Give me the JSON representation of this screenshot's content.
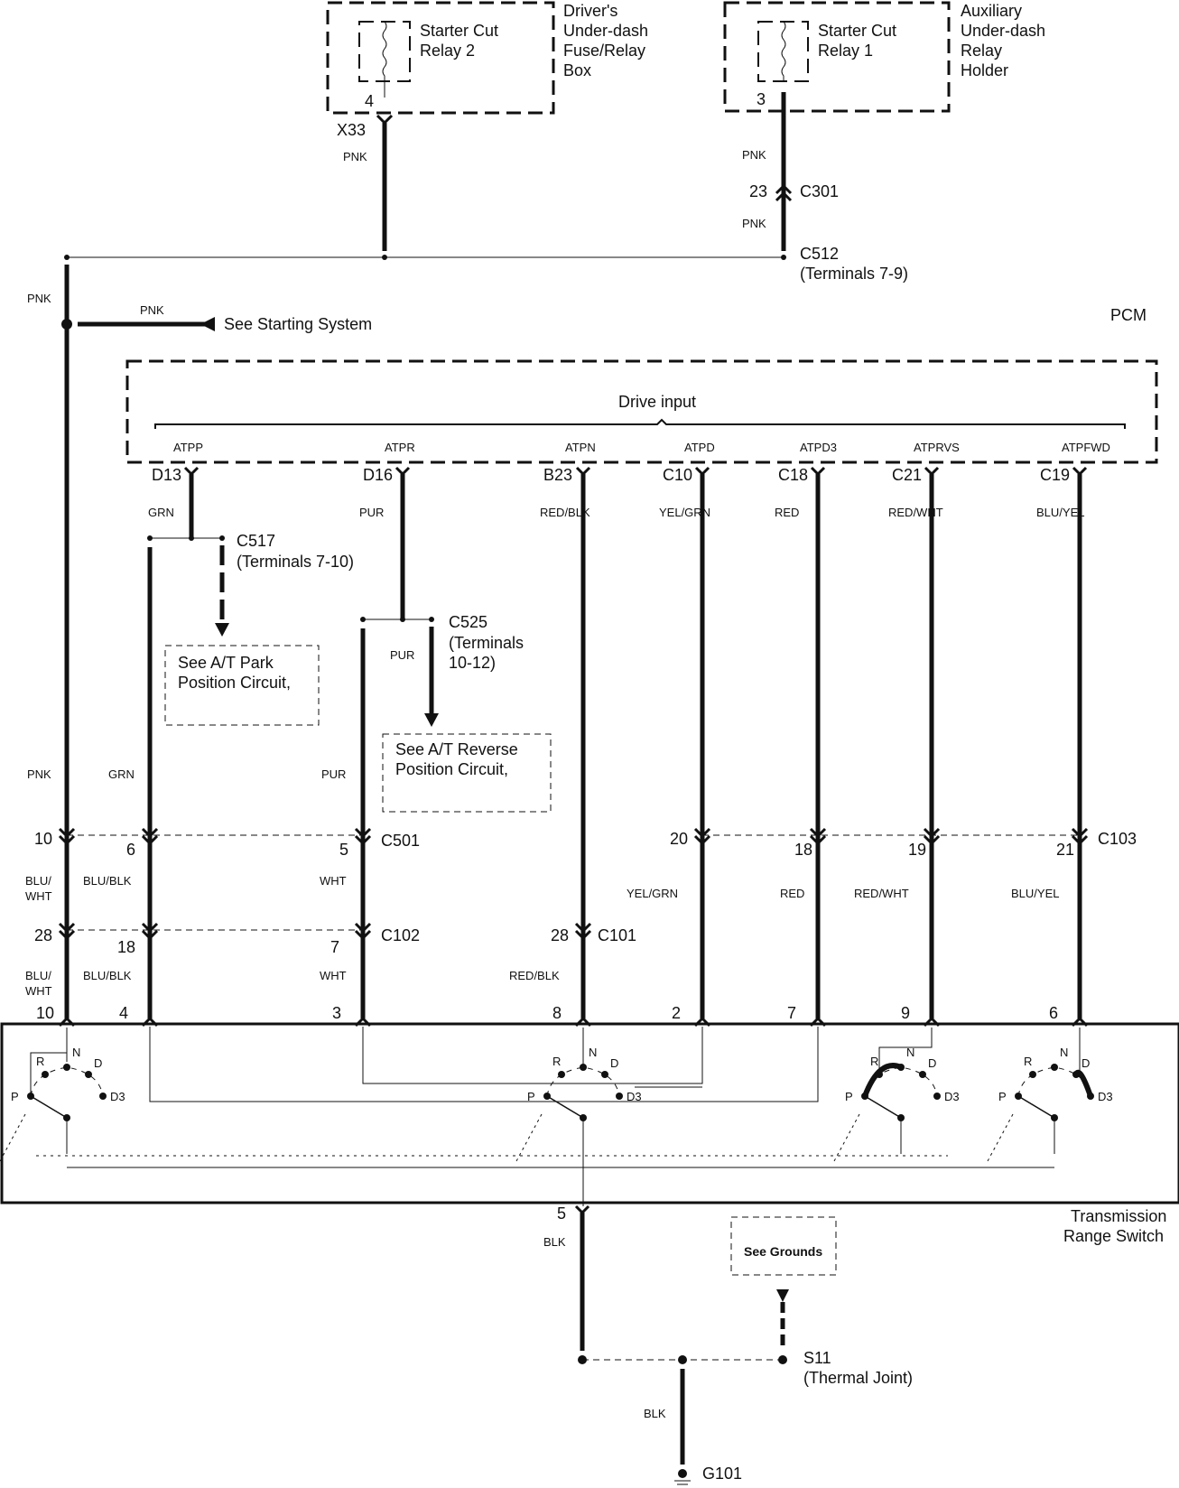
{
  "title": "A/T Gear Position Switch Circuit",
  "components": {
    "relay2": {
      "name_line1": "Starter Cut",
      "name_line2": "Relay 2",
      "pin": "4"
    },
    "fuse_box": {
      "line1": "Driver's",
      "line2": "Under-dash",
      "line3": "Fuse/Relay",
      "line4": "Box"
    },
    "relay1": {
      "name_line1": "Starter Cut",
      "name_line2": "Relay 1",
      "pin": "3"
    },
    "aux_holder": {
      "line1": "Auxiliary",
      "line2": "Under-dash",
      "line3": "Relay",
      "line4": "Holder"
    },
    "pcm": {
      "label": "PCM",
      "drive_input": "Drive input"
    },
    "trs": {
      "line1": "Transmission",
      "line2": "Range Switch"
    }
  },
  "connectors": {
    "x33": "X33",
    "c301": {
      "name": "C301",
      "pin": "23"
    },
    "c512": {
      "name": "C512",
      "terminals": "(Terminals 7-9)"
    },
    "c517": {
      "name": "C517",
      "terminals": "(Terminals 7-10)"
    },
    "c525": {
      "name": "C525",
      "terminals_line1": "(Terminals",
      "terminals_line2": "10-12)"
    },
    "c501": "C501",
    "c103": "C103",
    "c102": "C102",
    "c101": "C101",
    "s11": {
      "name": "S11",
      "desc": "(Thermal Joint)"
    },
    "g101": "G101"
  },
  "wires": {
    "pnk": "PNK",
    "grn": "GRN",
    "pur": "PUR",
    "red_blk": "RED/BLK",
    "yel_grn": "YEL/GRN",
    "red": "RED",
    "red_wht": "RED/WHT",
    "blu_yel": "BLU/YEL",
    "blu_wht_1": "BLU/",
    "blu_wht_2": "WHT",
    "blu_blk": "BLU/BLK",
    "wht": "WHT",
    "blk": "BLK"
  },
  "references": {
    "starting": "See Starting System",
    "park_line1": "See A/T Park",
    "park_line2": "Position Circuit,",
    "reverse_line1": "See A/T Reverse",
    "reverse_line2": "Position Circuit,",
    "grounds": "See Grounds"
  },
  "pcm_signals": [
    {
      "name": "ATPP",
      "pin": "D13"
    },
    {
      "name": "ATPR",
      "pin": "D16"
    },
    {
      "name": "ATPN",
      "pin": "B23"
    },
    {
      "name": "ATPD",
      "pin": "C10"
    },
    {
      "name": "ATPD3",
      "pin": "C18"
    },
    {
      "name": "ATPRVS",
      "pin": "C21"
    },
    {
      "name": "ATPFWD",
      "pin": "C19"
    }
  ],
  "c501_c103_pins": [
    "10",
    "6",
    "5",
    "20",
    "18",
    "19",
    "21"
  ],
  "c102_c101_pins": [
    "28",
    "18",
    "7",
    "28"
  ],
  "trs_pins": [
    "10",
    "4",
    "3",
    "8",
    "2",
    "7",
    "9",
    "6"
  ],
  "trs_ground_pin": "5",
  "switch_positions": {
    "p": "P",
    "r": "R",
    "n": "N",
    "d": "D",
    "d3": "D3"
  }
}
